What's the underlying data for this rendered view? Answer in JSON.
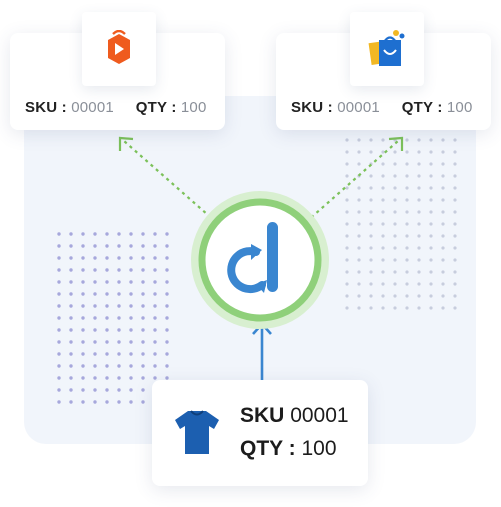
{
  "left_store": {
    "icon": "orange-shopping-bag-logo-icon",
    "sku_label": "SKU :",
    "sku_value": "00001",
    "qty_label": "QTY :",
    "qty_value": "100"
  },
  "right_store": {
    "icon": "blue-yellow-shopping-bags-logo-icon",
    "sku_label": "SKU :",
    "sku_value": "00001",
    "qty_label": "QTY :",
    "qty_value": "100"
  },
  "hub": {
    "icon": "d-sync-logo-icon",
    "colors": {
      "ring": "#8fd07a",
      "logo": "#3a86d0"
    }
  },
  "product": {
    "icon": "blue-tshirt-icon",
    "sku_label": "SKU",
    "sku_value": "00001",
    "qty_label": "QTY :",
    "qty_value": "100"
  },
  "colors": {
    "dashed_arrow": "#7cc15a",
    "solid_arrow": "#3a86d0",
    "dot_grid": "#a7a8dc",
    "panel": "#f1f5fb"
  }
}
